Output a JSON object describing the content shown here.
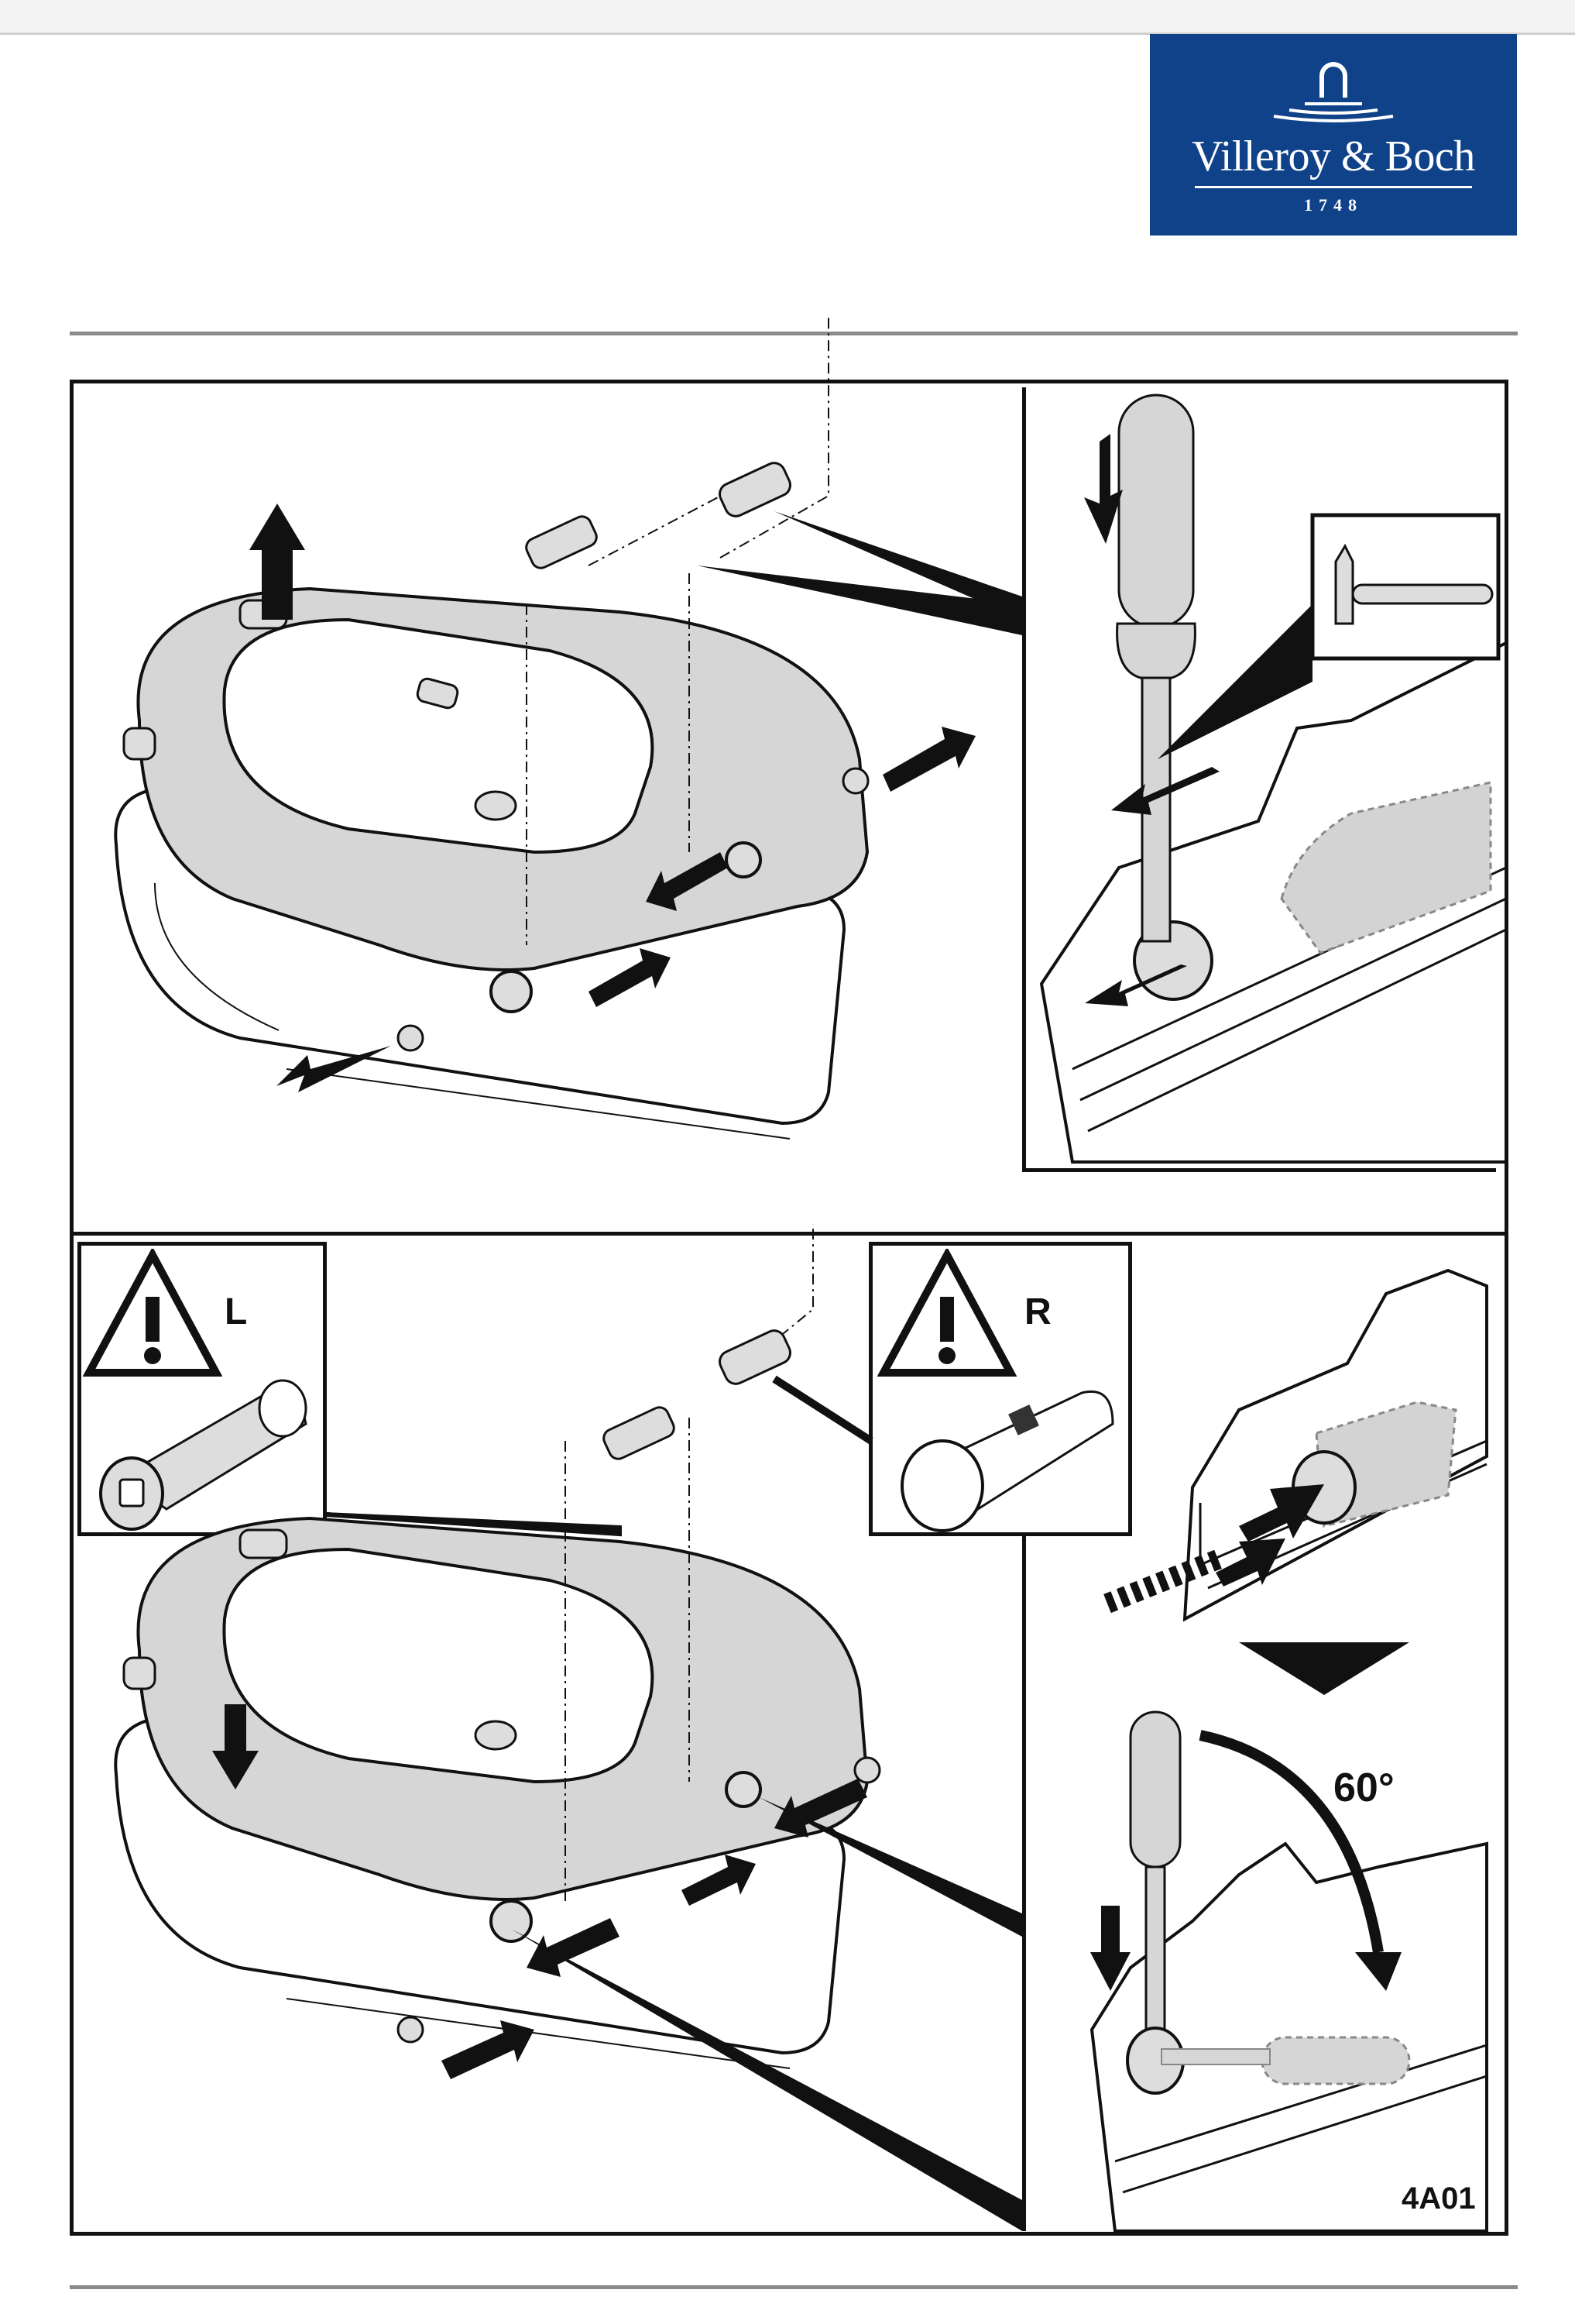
{
  "header": {
    "brand": {
      "name": "Villeroy & Boch",
      "year": "1748",
      "background_color": "#0f4289",
      "text_color": "#ffffff",
      "icon": "fountain-logo-icon"
    }
  },
  "instruction_sheet": {
    "panels": [
      {
        "id": "removal",
        "description": "Seat lifted off; hinge pins pushed out; screwdriver and hammer tap pins out",
        "detail_icons": [
          "screwdriver-icon",
          "hammer-icon",
          "arrow-icon"
        ]
      },
      {
        "id": "installation",
        "warnings": [
          {
            "icon": "warning-triangle-icon",
            "label": "L"
          },
          {
            "icon": "warning-triangle-icon",
            "label": "R"
          }
        ],
        "rotation_label": "60°",
        "detail_icons": [
          "screwdriver-icon",
          "arrow-icon",
          "down-triangle-icon"
        ]
      }
    ],
    "figure_code": "4A01"
  }
}
